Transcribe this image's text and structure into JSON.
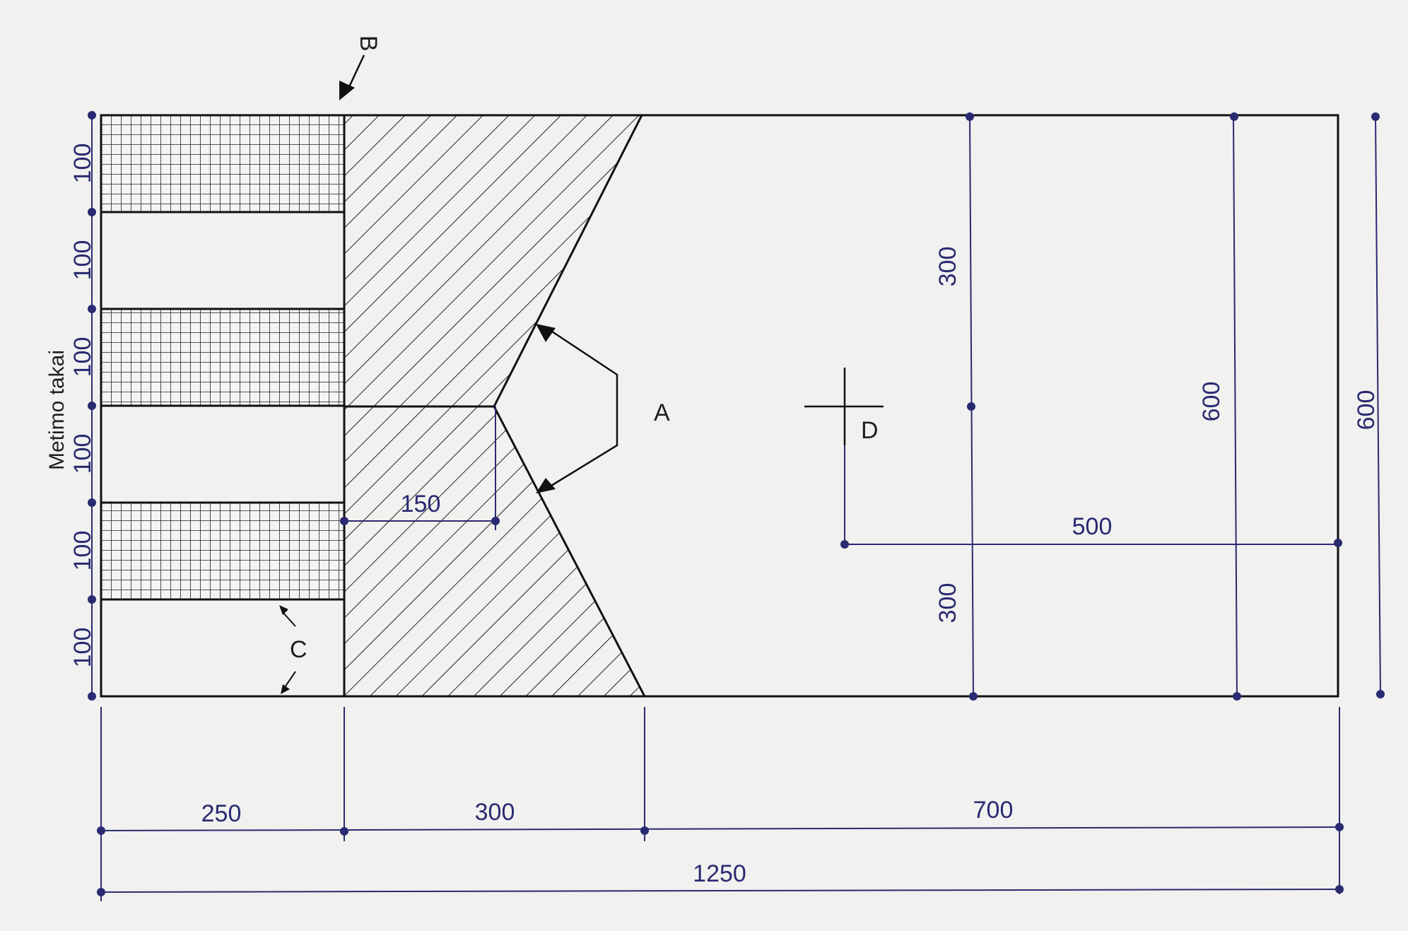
{
  "diagram": {
    "side_label": "Metimo takai",
    "labels": {
      "a": "A",
      "b": "B",
      "c": "C",
      "d": "D"
    },
    "left_dims": [
      "100",
      "100",
      "100",
      "100",
      "100",
      "100"
    ],
    "bottom_dims": {
      "d250": "250",
      "d300": "300",
      "d700": "700",
      "d1250": "1250"
    },
    "inner_dims": {
      "d150": "150",
      "d500": "500",
      "d300_top": "300",
      "d300_bottom": "300",
      "d600_inner": "600",
      "d600_outer": "600"
    },
    "colors": {
      "outline": "#111111",
      "dimension": "#2a2a72",
      "background": "#f1f1ef"
    }
  }
}
